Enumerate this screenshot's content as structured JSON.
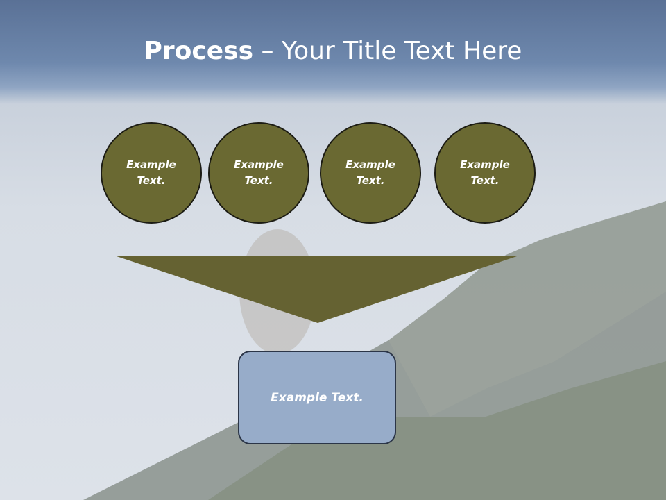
{
  "title": {
    "strong": "Process",
    "rest": " – Your Title Text Here"
  },
  "steps": [
    {
      "label": "Example Text."
    },
    {
      "label": "Example Text."
    },
    {
      "label": "Example Text."
    },
    {
      "label": "Example Text."
    }
  ],
  "result": {
    "label": "Example Text."
  },
  "colors": {
    "circle_fill": "#6a6932",
    "funnel_fill": "#656232",
    "result_fill": "#97acc9",
    "title_band": "#6e88ad"
  }
}
